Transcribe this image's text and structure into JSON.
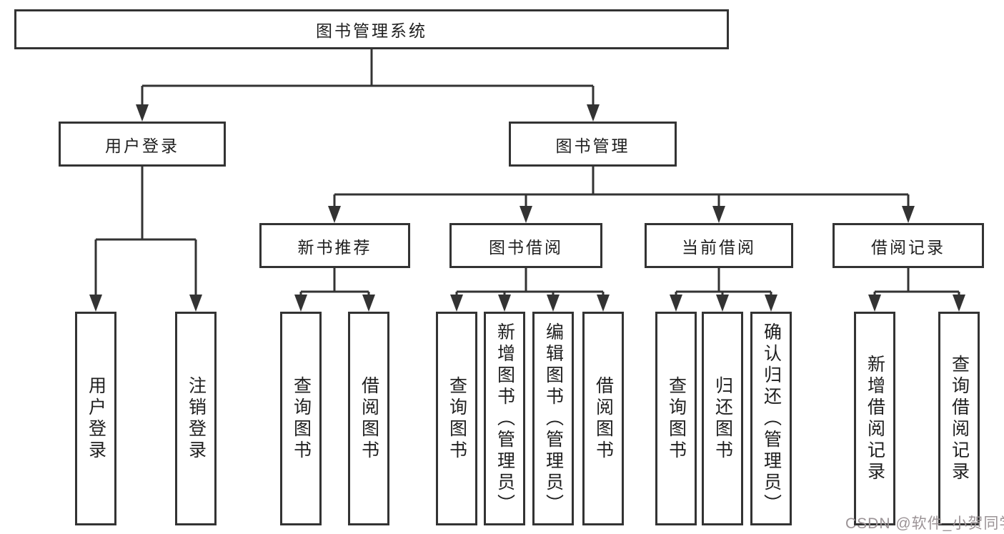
{
  "colors": {
    "line": "#333333",
    "box_border": "#333333",
    "box_background": "#ffffff",
    "text": "#1f1f1f",
    "watermark": "#9b9396"
  },
  "watermark": {
    "text": "CSDN @软件_小贺同学"
  },
  "tree": {
    "root": {
      "label": "图书管理系统"
    },
    "branches": [
      {
        "label": "用户登录",
        "children": [
          {
            "label": "用户登录"
          },
          {
            "label": "注销登录"
          }
        ]
      },
      {
        "label": "图书管理",
        "children": [
          {
            "label": "新书推荐",
            "children": [
              {
                "label": "查询图书"
              },
              {
                "label": "借阅图书"
              }
            ]
          },
          {
            "label": "图书借阅",
            "children": [
              {
                "label": "查询图书"
              },
              {
                "label": "新增图书（管理员）"
              },
              {
                "label": "编辑图书（管理员）"
              },
              {
                "label": "借阅图书"
              }
            ]
          },
          {
            "label": "当前借阅",
            "children": [
              {
                "label": "查询图书"
              },
              {
                "label": "归还图书"
              },
              {
                "label": "确认归还（管理员）"
              }
            ]
          },
          {
            "label": "借阅记录",
            "children": [
              {
                "label": "新增借阅记录"
              },
              {
                "label": "查询借阅记录"
              }
            ]
          }
        ]
      }
    ]
  }
}
